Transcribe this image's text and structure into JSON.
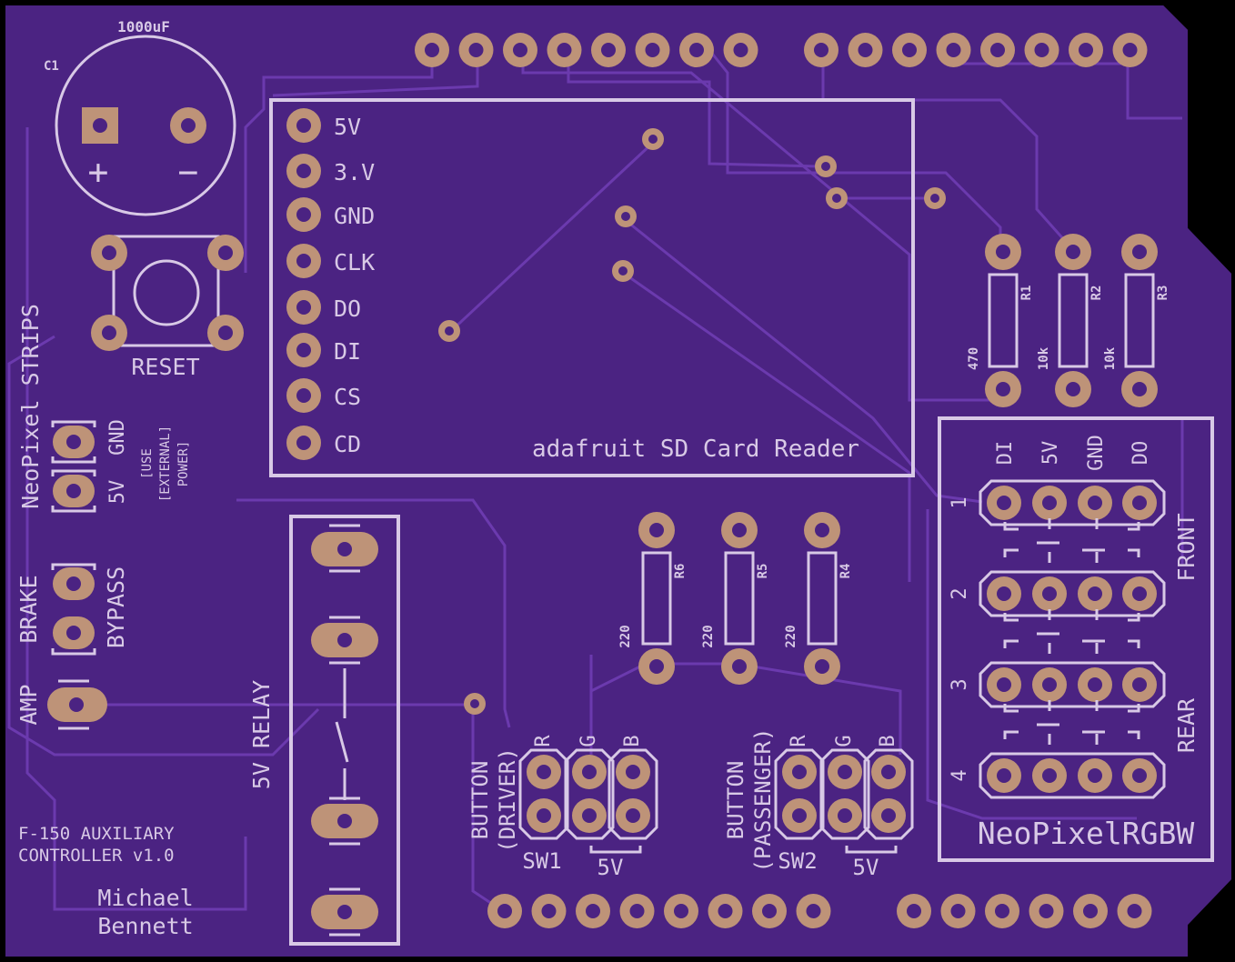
{
  "board": {
    "colors": {
      "outline": "#000000",
      "board": "#4B2382",
      "trace": "#6B3AAE",
      "silkscreen": "#D8C9E6",
      "pad": "#BE9378"
    }
  },
  "capacitor": {
    "designator": "C1",
    "value": "1000uF",
    "plus": "+",
    "minus": "−"
  },
  "reset": {
    "label": "RESET"
  },
  "sd_reader": {
    "title": "adafruit SD Card Reader",
    "pins": [
      "5V",
      "3.V",
      "GND",
      "CLK",
      "DO",
      "DI",
      "CS",
      "CD"
    ]
  },
  "resistors_top": [
    {
      "designator": "R1",
      "value": "470"
    },
    {
      "designator": "R2",
      "value": "10k"
    },
    {
      "designator": "R3",
      "value": "10k"
    }
  ],
  "resistors_mid": [
    {
      "designator": "R6",
      "value": "220"
    },
    {
      "designator": "R5",
      "value": "220"
    },
    {
      "designator": "R4",
      "value": "220"
    }
  ],
  "strips": {
    "title": "NeoPixel STRIPS",
    "gnd": "GND",
    "v5": "5V",
    "note": [
      "[USE",
      "[EXTERNAL]",
      "POWER]"
    ]
  },
  "brake": {
    "label": "BRAKE",
    "bypass": "BYPASS"
  },
  "amp": {
    "label": "AMP"
  },
  "relay": {
    "label": "5V RELAY"
  },
  "buttons": [
    {
      "label": "BUTTON",
      "sub": "(DRIVER)",
      "switch": "SW1",
      "colors": [
        "R",
        "G",
        "B"
      ],
      "supply": "5V"
    },
    {
      "label": "BUTTON",
      "sub": "(PASSENGER)",
      "switch": "SW2",
      "colors": [
        "R",
        "G",
        "B"
      ],
      "supply": "5V"
    }
  ],
  "neopixel_rgbw": {
    "title": "NeoPixelRGBW",
    "columns": [
      "DI",
      "5V",
      "GND",
      "DO"
    ],
    "rows": [
      "1",
      "2",
      "3",
      "4"
    ],
    "front": "FRONT",
    "rear": "REAR"
  },
  "footer": {
    "project_line1": "F-150 AUXILIARY",
    "project_line2": "CONTROLLER v1.0",
    "author_line1": "Michael",
    "author_line2": "Bennett"
  }
}
